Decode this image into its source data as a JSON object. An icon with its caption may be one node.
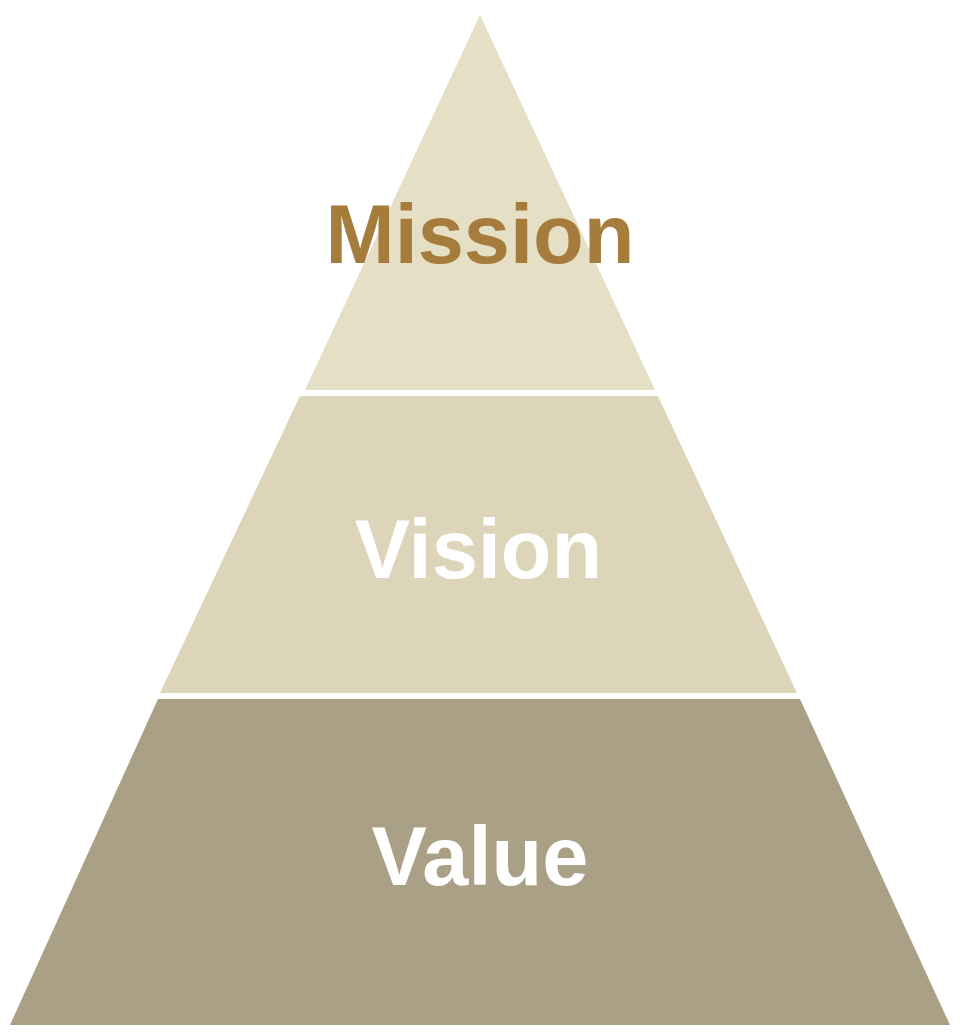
{
  "diagram": {
    "nodes": [
      {
        "text": [
          "Mission"
        ]
      },
      {
        "text": [
          "Vision"
        ]
      },
      {
        "text": [
          "Value"
        ]
      }
    ]
  }
}
